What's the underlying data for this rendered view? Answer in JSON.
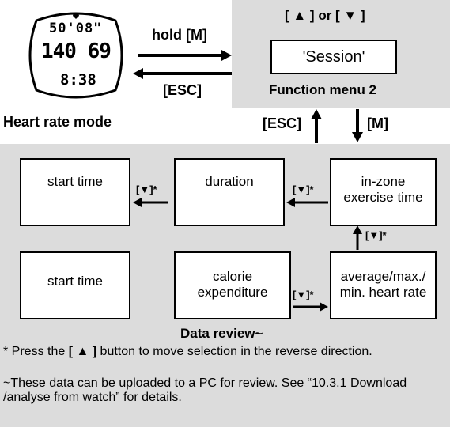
{
  "watch": {
    "line1": "50'08\"",
    "line2": "140 69",
    "line3": "8:38",
    "caption": "Heart rate mode"
  },
  "transitions": {
    "hold_m": "hold [M]",
    "esc_left": "[ESC]",
    "up_or_down": "[ ▲ ] or [ ▼ ]",
    "esc_up": "[ESC]",
    "m_down": "[M]",
    "down_star_1": "[▼]*",
    "down_star_2": "[▼]*",
    "down_star_3": "[▼]*",
    "down_star_4": "[▼]*"
  },
  "function_menu": {
    "session": "'Session'",
    "caption": "Function menu 2"
  },
  "data_review": {
    "row1": [
      "start time",
      "duration",
      "in-zone exercise time"
    ],
    "row2": [
      "start time",
      "calorie expenditure",
      "average/max./ min. heart rate"
    ],
    "caption": "Data review~"
  },
  "notes": {
    "note1_prefix": "* Press the ",
    "note1_key": "[ ▲ ]",
    "note1_rest": " button to move selection in the reverse direction.",
    "note2": "~These data can be uploaded to a PC for review. See “10.3.1 Download /analyse from watch” for details."
  }
}
